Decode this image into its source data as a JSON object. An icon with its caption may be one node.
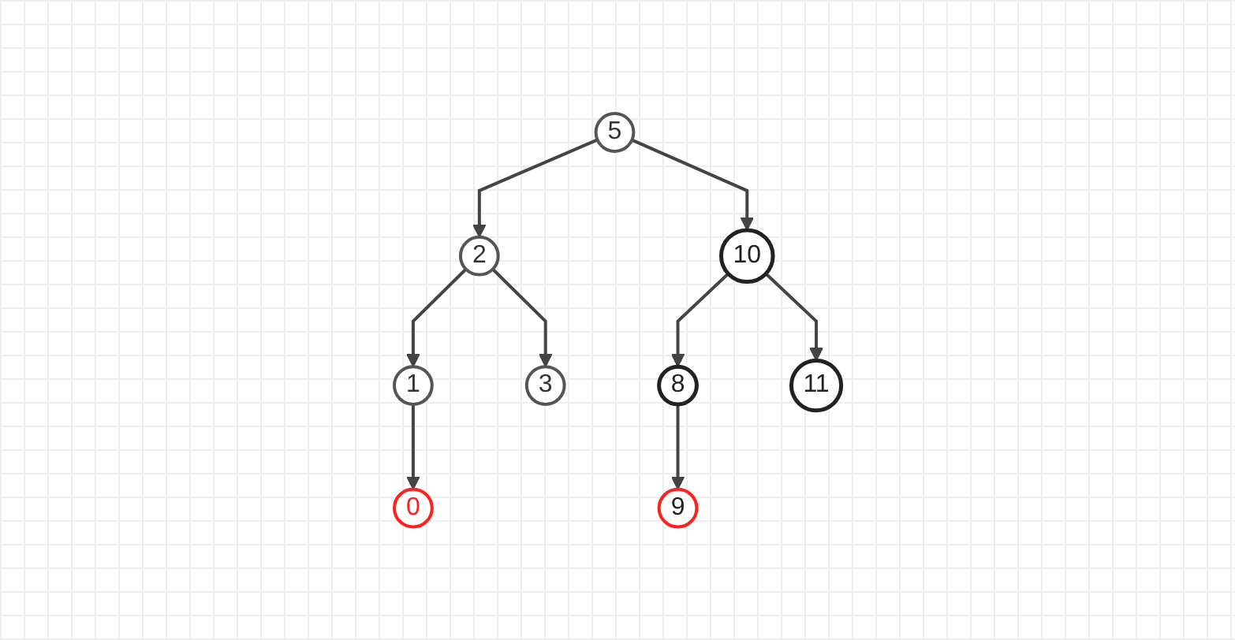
{
  "diagram": {
    "nodes": [
      {
        "text": [
          "5"
        ]
      },
      {
        "text": [
          "2"
        ]
      },
      {
        "text": [
          "10"
        ]
      },
      {
        "text": [
          "1"
        ]
      },
      {
        "text": [
          "3"
        ]
      },
      {
        "text": [
          "8"
        ]
      },
      {
        "text": [
          "11"
        ]
      },
      {
        "text": [
          "0"
        ]
      },
      {
        "text": [
          "9"
        ]
      }
    ],
    "edges": [
      {
        "from": 0,
        "to": 1,
        "arrow": "to"
      },
      {
        "from": 0,
        "to": 2,
        "arrow": "to"
      },
      {
        "from": 1,
        "to": 3,
        "arrow": "to"
      },
      {
        "from": 1,
        "to": 4,
        "arrow": "to"
      },
      {
        "from": 2,
        "to": 5,
        "arrow": "to"
      },
      {
        "from": 2,
        "to": 6,
        "arrow": "to"
      },
      {
        "from": 3,
        "to": 7,
        "arrow": "to"
      },
      {
        "from": 5,
        "to": 8,
        "arrow": "to"
      }
    ]
  }
}
